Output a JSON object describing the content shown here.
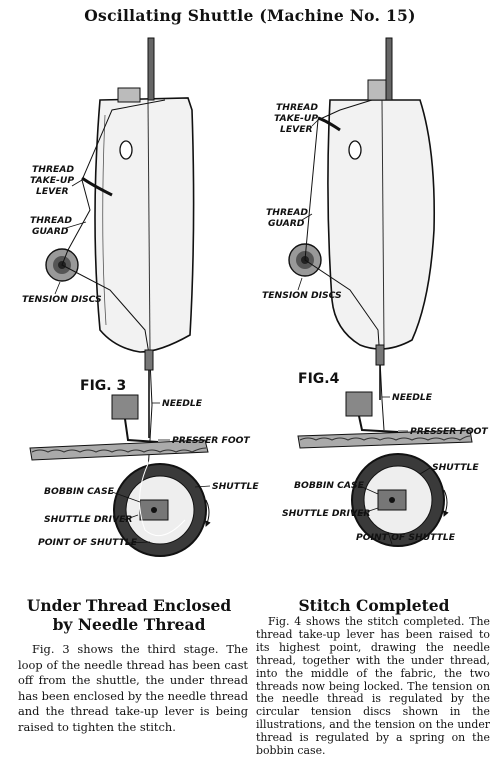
{
  "page": {
    "title": "Oscillating Shuttle (Machine No. 15)"
  },
  "figures": [
    {
      "caption": "FIG. 3",
      "labels": {
        "thread_take_up_lever_1": "THREAD",
        "thread_take_up_lever_2": "TAKE-UP",
        "thread_take_up_lever_3": "LEVER",
        "thread_guard_1": "THREAD",
        "thread_guard_2": "GUARD",
        "tension_discs": "TENSION DISCS",
        "needle": "NEEDLE",
        "presser_foot": "PRESSER FOOT",
        "shuttle": "SHUTTLE",
        "bobbin_case": "BOBBIN CASE",
        "shuttle_driver": "SHUTTLE DRIVER",
        "point_of_shuttle": "POINT OF SHUTTLE"
      }
    },
    {
      "caption": "FIG.4",
      "labels": {
        "thread_take_up_lever_1": "THREAD",
        "thread_take_up_lever_2": "TAKE-UP",
        "thread_take_up_lever_3": "LEVER",
        "thread_guard_1": "THREAD",
        "thread_guard_2": "GUARD",
        "tension_discs": "TENSION DISCS",
        "needle": "NEEDLE",
        "presser_foot": "PRESSER FOOT",
        "shuttle": "SHUTTLE",
        "bobbin_case": "BOBBIN CASE",
        "shuttle_driver": "SHUTTLE DRIVER",
        "point_of_shuttle": "POINT OF SHUTTLE"
      }
    }
  ],
  "sections": [
    {
      "heading_line1": "Under Thread Enclosed",
      "heading_line2": "by Needle Thread",
      "body": "Fig. 3 shows the third stage. The loop of the needle thread has been cast off from the shuttle, the under thread has been enclosed by the needle thread and the thread take-up lever is being raised to tighten the stitch."
    },
    {
      "heading_line1": "Stitch Completed",
      "body": "Fig. 4 shows the stitch completed. The thread take-up lever has been raised to its highest point, drawing the needle thread, together with the under thread, into the middle of the fabric, the two threads now being locked. The tension on the needle thread is regulated by the circular tension discs shown in the illustrations, and the tension on the under thread is regulated by a spring on the bobbin case."
    }
  ]
}
